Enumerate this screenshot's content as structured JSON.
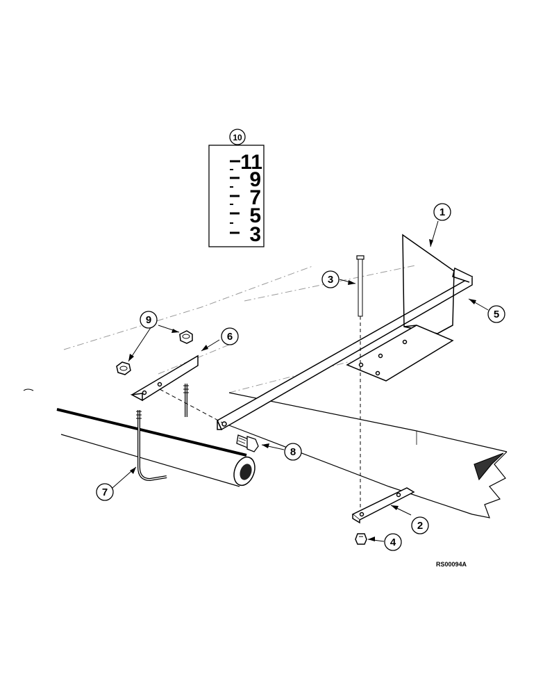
{
  "diagram": {
    "callouts": {
      "c1": "1",
      "c2": "2",
      "c3": "3",
      "c4": "4",
      "c5": "5",
      "c6": "6",
      "c7": "7",
      "c8": "8",
      "c9": "9",
      "c10": "10"
    },
    "scale_decal": {
      "numbers": [
        "11",
        "9",
        "7",
        "5",
        "3"
      ]
    },
    "drawing_code": "RS00094A"
  }
}
